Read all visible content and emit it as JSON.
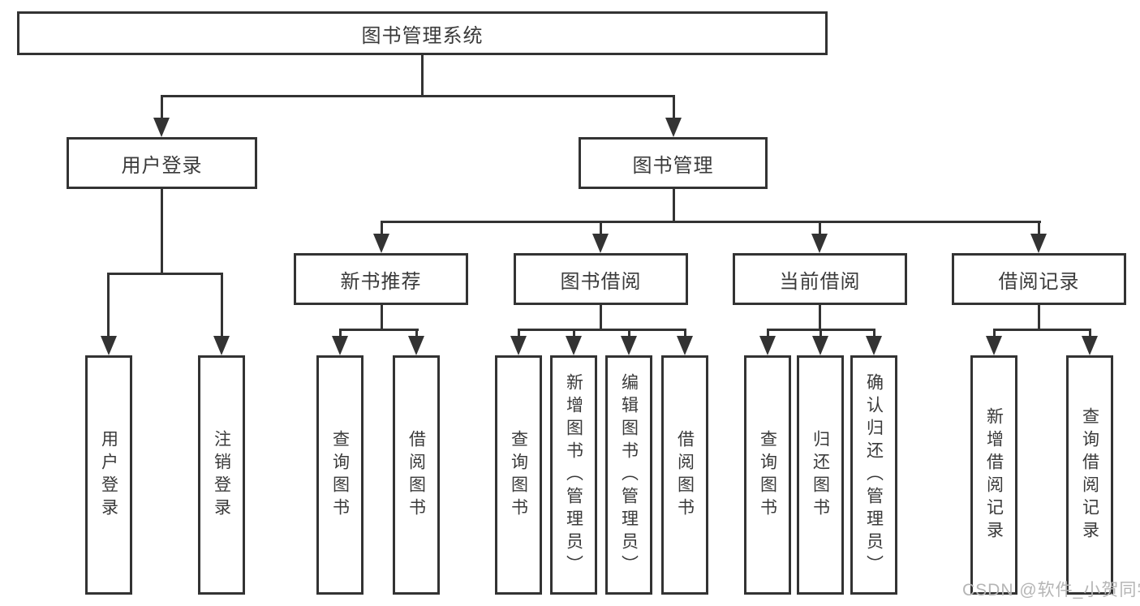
{
  "diagram": {
    "root": "图书管理系统",
    "level2": {
      "user_login": "用户登录",
      "book_management": "图书管理"
    },
    "level3": {
      "new_book_recommend": "新书推荐",
      "book_borrowing": "图书借阅",
      "current_borrowing": "当前借阅",
      "borrow_records": "借阅记录"
    },
    "leaves": {
      "user_login": [
        "用户登录",
        "注销登录"
      ],
      "new_book_recommend": [
        "查询图书",
        "借阅图书"
      ],
      "book_borrowing": [
        "查询图书",
        "新增图书（管理员）",
        "编辑图书（管理员）",
        "借阅图书"
      ],
      "current_borrowing": [
        "查询图书",
        "归还图书",
        "确认归还（管理员）"
      ],
      "borrow_records": [
        "新增借阅记录",
        "查询借阅记录"
      ]
    },
    "colors": {
      "line": "#333333",
      "text": "#3a3a3a",
      "watermark": "#b5b5b5",
      "background": "#ffffff"
    }
  },
  "watermark": "CSDN @软件_小贺同学"
}
